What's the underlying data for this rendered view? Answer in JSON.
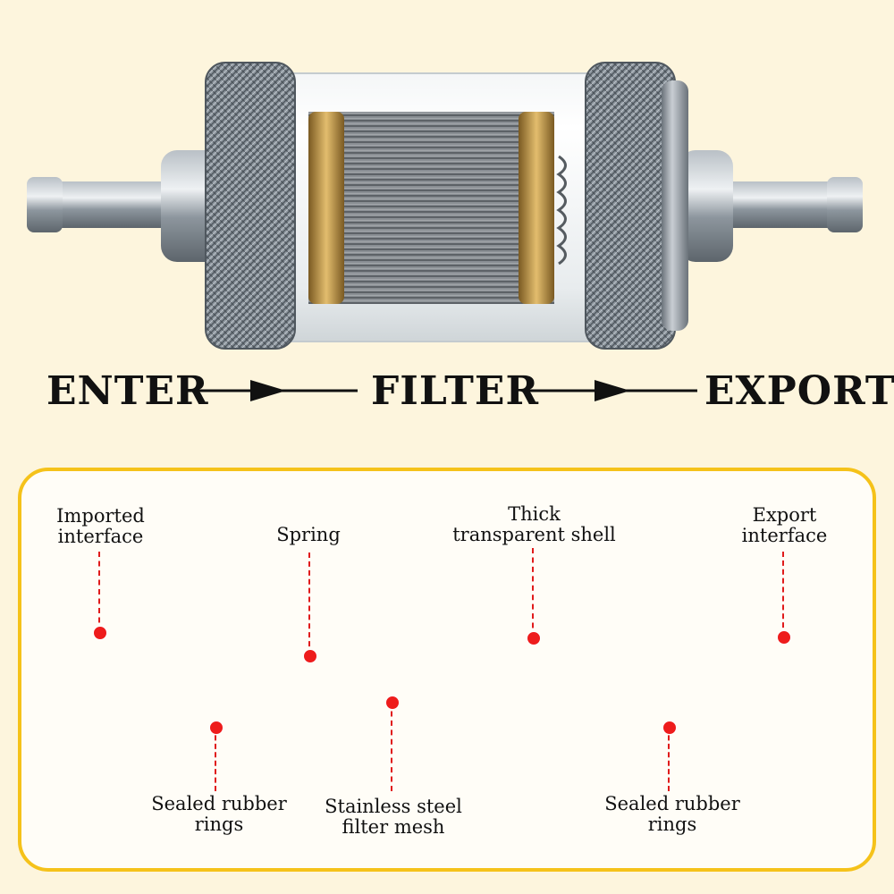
{
  "flow": {
    "enter": "ENTER",
    "filter": "FILTER",
    "export": "EXPORT"
  },
  "labels": {
    "imported_interface": [
      "Imported",
      "interface"
    ],
    "spring": [
      "Spring"
    ],
    "thick_shell": [
      "Thick",
      "transparent shell"
    ],
    "export_interface": [
      "Export",
      "interface"
    ],
    "sealed_rings_left": [
      "Sealed rubber",
      "rings"
    ],
    "filter_mesh": [
      "Stainless steel",
      "filter mesh"
    ],
    "sealed_rings_right": [
      "Sealed rubber",
      "rings"
    ]
  },
  "colors": {
    "background": "#fdf5dd",
    "panel_border": "#f5c21a",
    "leader": "#e01b1b",
    "metal": "#8a939c",
    "brass": "#b88a3a",
    "oring": "#1f8a5c"
  },
  "icons": [
    "fuel-filter-assembled",
    "inlet-cap",
    "o-ring",
    "spring",
    "filter-mesh-cartridge",
    "glass-shell",
    "outlet-cap"
  ]
}
